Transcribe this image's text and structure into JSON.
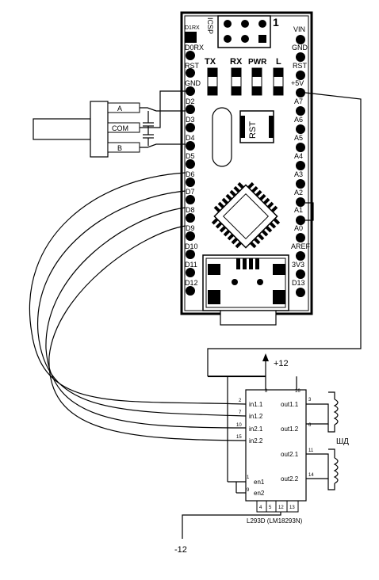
{
  "board": {
    "header_number": "1",
    "icsp": "ICSP",
    "led_labels": [
      "TX",
      "RX",
      "PWR",
      "L"
    ],
    "reset_label": "RST",
    "left_pins": [
      "D1RX",
      "D0RX",
      "RST",
      "GND",
      "D2",
      "D3",
      "D4",
      "D5",
      "D6",
      "D7",
      "D8",
      "D9",
      "D10",
      "D11",
      "D12"
    ],
    "right_pins": [
      "VIN",
      "GND",
      "RST",
      "+5V",
      "A7",
      "A6",
      "A5",
      "A4",
      "A3",
      "A2",
      "A1",
      "A0",
      "AREF",
      "3V3",
      "D13"
    ]
  },
  "encoder": {
    "pin_a": "A",
    "pin_com": "COM",
    "pin_b": "B"
  },
  "driver": {
    "chip_label": "L293D (LM18293N)",
    "supply_plus": "+12",
    "supply_minus": "-12",
    "motor_label": "ШД",
    "inputs": [
      {
        "num": "2",
        "name": "in1.1"
      },
      {
        "num": "7",
        "name": "in1.2"
      },
      {
        "num": "10",
        "name": "in2.1"
      },
      {
        "num": "15",
        "name": "in2.2"
      }
    ],
    "enables": [
      {
        "num": "1",
        "name": "en1"
      },
      {
        "num": "9",
        "name": "en2"
      }
    ],
    "outputs": [
      {
        "num": "3",
        "name": "out1.1"
      },
      {
        "num": "6",
        "name": "out1.2"
      },
      {
        "num": "11",
        "name": "out2.1"
      },
      {
        "num": "14",
        "name": "out2.2"
      }
    ],
    "top_pins": [
      "8",
      "16"
    ],
    "bottom_pins": [
      "4",
      "5",
      "12",
      "13"
    ]
  }
}
